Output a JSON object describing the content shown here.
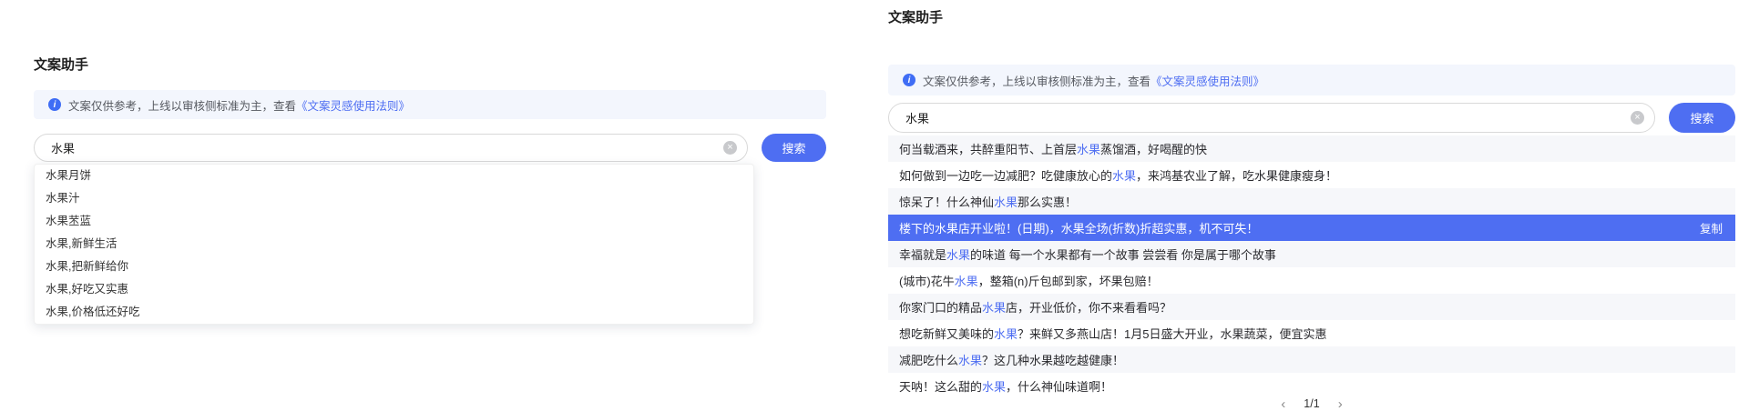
{
  "app_title": "文案助手",
  "banner": {
    "info_icon": "i",
    "text": "文案仅供参考，上线以审核侧标准为主，查看",
    "link": "《文案灵感使用法则》"
  },
  "search": {
    "value": "水果",
    "button_label": "搜索",
    "clear_icon": "×"
  },
  "left_panel": {
    "title": "文案助手",
    "suggestions": [
      "水果月饼",
      "水果汁",
      "水果苤蓝",
      "水果,新鲜生活",
      "水果,把新鲜给你",
      "水果,好吃又实惠",
      "水果,价格低还好吃"
    ]
  },
  "right_panel": {
    "title": "文案助手",
    "selected_index": 3,
    "copy_label": "复制",
    "results": [
      {
        "parts": [
          {
            "text": "何当载酒来，共醉重阳节、上首层",
            "highlight": false
          },
          {
            "text": "水果",
            "highlight": true
          },
          {
            "text": "蒸馏酒，好喝醒的快",
            "highlight": false
          }
        ]
      },
      {
        "parts": [
          {
            "text": "如何做到一边吃一边减肥？吃健康放心的",
            "highlight": false
          },
          {
            "text": "水果",
            "highlight": true
          },
          {
            "text": "，来鸿基农业了解，吃水果健康瘦身！",
            "highlight": false
          }
        ]
      },
      {
        "parts": [
          {
            "text": "惊呆了！什么神仙",
            "highlight": false
          },
          {
            "text": "水果",
            "highlight": true
          },
          {
            "text": "那么实惠！",
            "highlight": false
          }
        ]
      },
      {
        "parts": [
          {
            "text": "楼下的水果店开业啦！(日期)，水果全场(折数)折超实惠，机不可失！",
            "highlight": false
          }
        ]
      },
      {
        "parts": [
          {
            "text": "幸福就是",
            "highlight": false
          },
          {
            "text": "水果",
            "highlight": true
          },
          {
            "text": "的味道 每一个水果都有一个故事 尝尝看 你是属于哪个故事",
            "highlight": false
          }
        ]
      },
      {
        "parts": [
          {
            "text": "(城市)花牛",
            "highlight": false
          },
          {
            "text": "水果",
            "highlight": true
          },
          {
            "text": "，整箱(n)斤包邮到家，坏果包赔！",
            "highlight": false
          }
        ]
      },
      {
        "parts": [
          {
            "text": "你家门口的精品",
            "highlight": false
          },
          {
            "text": "水果",
            "highlight": true
          },
          {
            "text": "店，开业低价，你不来看看吗？",
            "highlight": false
          }
        ]
      },
      {
        "parts": [
          {
            "text": "想吃新鲜又美味的",
            "highlight": false
          },
          {
            "text": "水果",
            "highlight": true
          },
          {
            "text": "？来鲜又多燕山店！1月5日盛大开业，水果蔬菜，便宜实惠",
            "highlight": false
          }
        ]
      },
      {
        "parts": [
          {
            "text": "减肥吃什么",
            "highlight": false
          },
          {
            "text": "水果",
            "highlight": true
          },
          {
            "text": "？这几种水果越吃越健康！",
            "highlight": false
          }
        ]
      },
      {
        "parts": [
          {
            "text": "天呐！这么甜的",
            "highlight": false
          },
          {
            "text": "水果",
            "highlight": true
          },
          {
            "text": "，什么神仙味道啊！",
            "highlight": false
          }
        ]
      }
    ],
    "pagination": {
      "prev_icon": "‹",
      "label": "1/1",
      "next_icon": "›"
    }
  },
  "colors": {
    "accent_blue": "#4e6ef2",
    "banner_bg": "#f3f6fd",
    "zebra_row_bg": "#f6f7fa",
    "selected_row_bg": "#4e6ef2"
  }
}
